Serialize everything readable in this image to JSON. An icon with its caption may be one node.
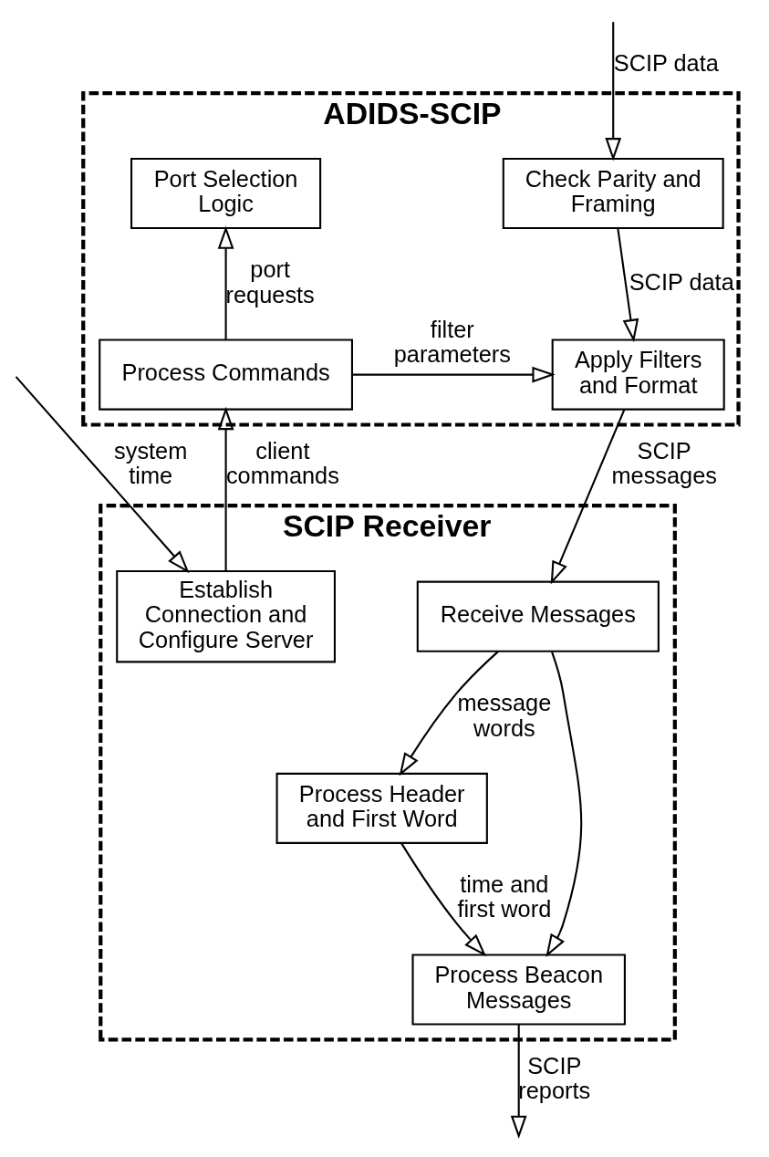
{
  "diagram": {
    "nodes": [
      {
        "text": [
          "ADIDS-SCIP"
        ]
      },
      {
        "text": [
          "Check Parity and Framing"
        ],
        "in": 0
      },
      {
        "text": [
          "Port Selection Logic"
        ],
        "in": 0
      },
      {
        "text": [
          "Apply Filters and Format"
        ],
        "in": 0
      },
      {
        "text": [
          "Process Commands"
        ],
        "in": 0
      },
      {
        "text": [
          "SCIP Receiver"
        ]
      },
      {
        "text": [
          "Receive Messages"
        ],
        "in": 5
      },
      {
        "text": [
          "Establish Connection and Configure Server"
        ],
        "in": 5
      },
      {
        "text": [
          "Process Header and First Word"
        ],
        "in": 5
      },
      {
        "text": [
          "Process Beacon Messages"
        ],
        "in": 5
      }
    ],
    "edges": [
      {
        "from": null,
        "to": 1,
        "arrow": "to",
        "label": "SCIP data"
      },
      {
        "from": 1,
        "to": 3,
        "arrow": "to",
        "label": "SCIP data"
      },
      {
        "from": 4,
        "to": 2,
        "arrow": "to",
        "label": "port requests"
      },
      {
        "from": 4,
        "to": 3,
        "arrow": "to",
        "label": "filter parameters"
      },
      {
        "from": 3,
        "to": 6,
        "arrow": "to",
        "label": "SCIP messages"
      },
      {
        "from": 7,
        "to": 4,
        "arrow": "to",
        "label": "client commands"
      },
      {
        "from": 6,
        "to": 8,
        "arrow": "to",
        "label": "message words"
      },
      {
        "from": 6,
        "to": 9,
        "arrow": "to"
      },
      {
        "from": 8,
        "to": 9,
        "arrow": "to",
        "label": "time and first word"
      },
      {
        "from": 9,
        "to": null,
        "arrow": "to",
        "label": "SCIP reports"
      },
      {
        "from": null,
        "to": 7,
        "arrow": "to",
        "label": "system time"
      }
    ]
  }
}
